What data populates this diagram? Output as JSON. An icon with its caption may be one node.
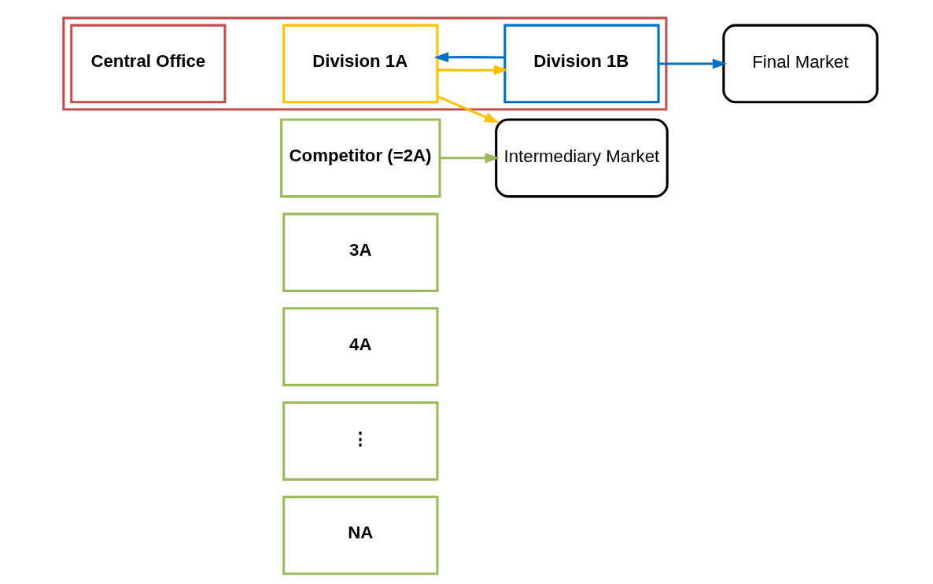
{
  "diagram": {
    "nodes": [
      {
        "text": [],
        "shape": "box"
      },
      {
        "text": [
          "Central Office"
        ],
        "in": 0
      },
      {
        "text": [
          "Division 1A"
        ],
        "in": 0
      },
      {
        "text": [
          "Division 1B"
        ],
        "in": 0
      },
      {
        "text": [
          "Final Market"
        ]
      },
      {
        "text": [
          "Intermediary Market"
        ]
      },
      {
        "text": [
          "Competitor (=2A)"
        ]
      },
      {
        "text": [
          "3A"
        ]
      },
      {
        "text": [
          "4A"
        ]
      },
      {
        "text": [
          "⋮"
        ]
      },
      {
        "text": [
          "NA"
        ]
      }
    ],
    "edges": [
      {
        "from": 3,
        "to": 2,
        "arrow": "to",
        "color": "#0070c0"
      },
      {
        "from": 2,
        "to": 3,
        "arrow": "to",
        "color": "#ffc000"
      },
      {
        "from": 3,
        "to": 4,
        "arrow": "to",
        "color": "#0070c0"
      },
      {
        "from": 2,
        "to": 5,
        "arrow": "to",
        "color": "#ffc000"
      },
      {
        "from": 6,
        "to": 5,
        "arrow": "to",
        "color": "#9bbb59"
      }
    ]
  }
}
